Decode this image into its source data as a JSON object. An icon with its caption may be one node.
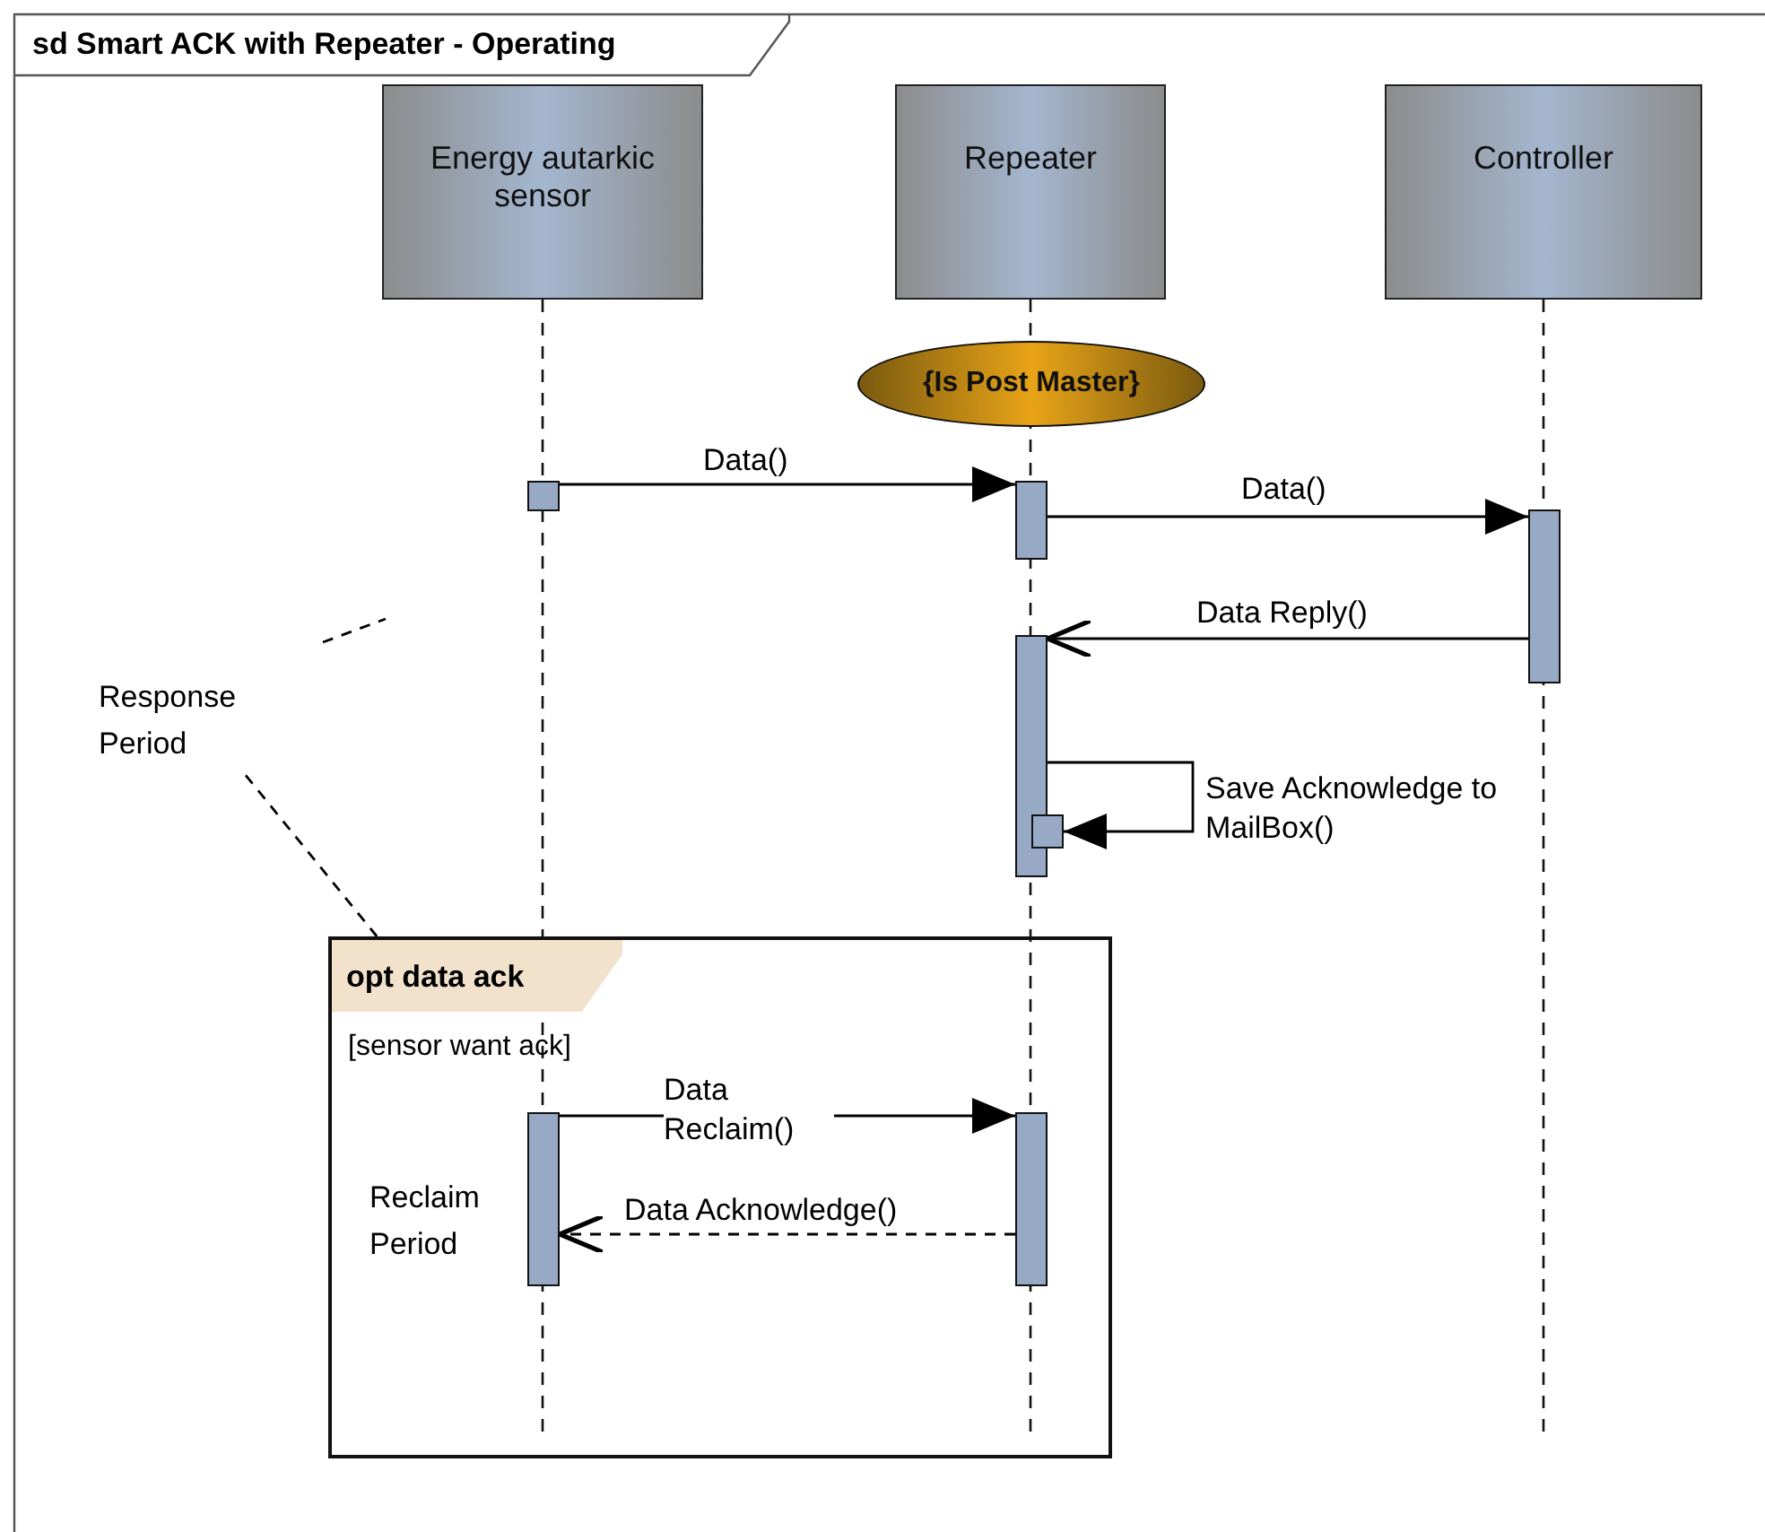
{
  "diagram": {
    "title": "sd Smart ACK with Repeater - Operating",
    "nodes": [
      {
        "text": [
          "Energy autarkic sensor"
        ]
      },
      {
        "text": [
          "Repeater"
        ]
      },
      {
        "text": [
          "Controller"
        ]
      },
      {
        "text": [
          "{Is Post Master}"
        ]
      },
      {
        "text": [],
        "shape": "bar"
      },
      {
        "text": [],
        "shape": "bar"
      },
      {
        "text": [],
        "shape": "bar"
      },
      {
        "text": [],
        "shape": "bar"
      },
      {
        "text": [],
        "shape": "bar"
      },
      {
        "text": [
          "opt data ack",
          "[sensor want ack]"
        ]
      },
      {
        "text": [],
        "shape": "bar",
        "in": 9,
        "beside": [
          "Reclaim Period"
        ]
      },
      {
        "text": [],
        "shape": "bar",
        "in": 9
      },
      {
        "text": [
          "Response Period"
        ]
      }
    ],
    "edges": [
      {
        "from": 4,
        "to": 5,
        "arrow": "to",
        "label": "Data()"
      },
      {
        "from": 5,
        "to": 6,
        "arrow": "to",
        "label": "Data()"
      },
      {
        "from": 6,
        "to": 7,
        "arrow": "to",
        "label": "Data Reply()"
      },
      {
        "from": 7,
        "to": 8,
        "arrow": "to",
        "label": "Save Acknowledge to MailBox()"
      },
      {
        "from": 10,
        "to": 11,
        "arrow": "to",
        "label": "Data Reclaim()"
      },
      {
        "from": 11,
        "to": 10,
        "arrow": "to",
        "label": "Data Acknowledge()",
        "style": "dashed"
      },
      {
        "from": 12,
        "to": 9,
        "arrow": "none",
        "style": "dashed"
      }
    ]
  }
}
